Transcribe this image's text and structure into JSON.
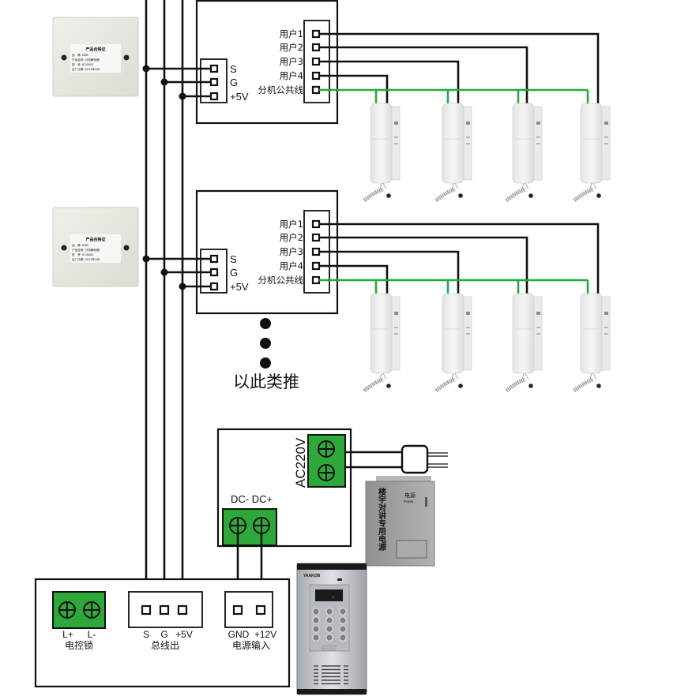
{
  "diagram": {
    "type": "building-intercom-wiring",
    "colors": {
      "wire": "#111111",
      "common_wire": "#22aa3a",
      "terminal_green": "#2fa83a",
      "panel_gray": "#9ea19f"
    },
    "bus_lines": [
      "S",
      "G",
      "+5V"
    ],
    "decoders": [
      {
        "bus_labels": [
          "S",
          "G",
          "+5V"
        ],
        "outputs": [
          "用户1",
          "用户2",
          "用户3",
          "用户4",
          "分机公共线"
        ],
        "certificate": {
          "title": "产品合格证",
          "lines": [
            "品　牌: KDB",
            "产品名称: 分机解码器",
            "型　号: KT-8001",
            "出厂日期: 2015年4月"
          ]
        },
        "handsets": 4
      },
      {
        "bus_labels": [
          "S",
          "G",
          "+5V"
        ],
        "outputs": [
          "用户1",
          "用户2",
          "用户3",
          "用户4",
          "分机公共线"
        ],
        "certificate": {
          "title": "产品合格证",
          "lines": [
            "品　牌: KDB",
            "产品名称: 分机解码器",
            "型　号: KT-8001",
            "出厂日期: 2015年4月"
          ]
        },
        "handsets": 4
      }
    ],
    "ellipsis_label": "以此类推",
    "power_supply": {
      "ac_label": "AC220V",
      "dc_label": "DC-  DC+",
      "unit_title": "电源",
      "unit_subtitle": "Power",
      "unit_vertical_text": "楼宇对讲专用电源"
    },
    "main_panel": {
      "lock": {
        "pins": [
          "L+",
          "L-"
        ],
        "label": "电控锁"
      },
      "bus_out": {
        "pins": [
          "S",
          "G",
          "+5V"
        ],
        "label": "总线出"
      },
      "power_in": {
        "pins": [
          "GND",
          "+12V"
        ],
        "label": "电源输入"
      },
      "door_station_brand": "YAAKOB"
    }
  }
}
